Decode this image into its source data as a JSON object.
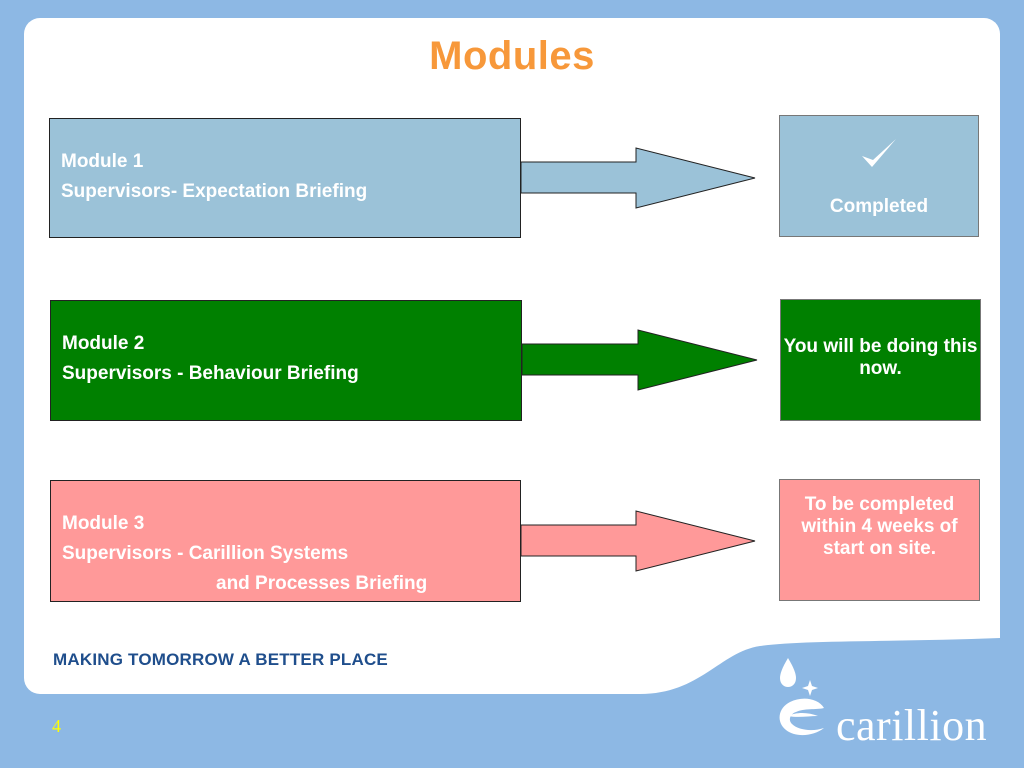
{
  "slide": {
    "title": "Modules",
    "modules": [
      {
        "line1": "Module 1",
        "line2": "Supervisors- Expectation Briefing",
        "status": "Completed",
        "status_icon": "check-icon",
        "color": "#9bc2d8"
      },
      {
        "line1": "Module 2",
        "line2": "Supervisors -  Behaviour Briefing",
        "status": "You will be doing this now.",
        "color": "#008000"
      },
      {
        "line1": "Module 3",
        "line2": "Supervisors - Carillion Systems",
        "line3": "and Processes Briefing",
        "status": "To be completed within 4 weeks of start on site.",
        "color": "#ff9999"
      }
    ],
    "tagline": "MAKING TOMORROW A BETTER PLACE",
    "page_number": "4",
    "brand": "carillion",
    "colors": {
      "title": "#f7983a",
      "tagline": "#1f4e8c",
      "background": "#8db8e4",
      "page_number": "#ffff00"
    }
  }
}
